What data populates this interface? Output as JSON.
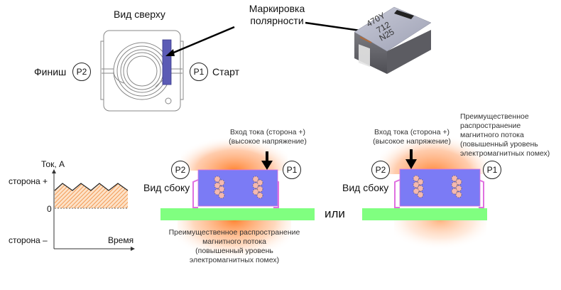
{
  "top_view": {
    "title": "Вид сверху",
    "polarity_label_line1": "Маркировка",
    "polarity_label_line2": "полярности",
    "finish_label": "Финиш",
    "start_label": "Старт",
    "pin_p2": "P2",
    "pin_p1": "P1"
  },
  "component_photo": {
    "marking_lines": [
      "470Y",
      "712",
      "N25"
    ]
  },
  "current_graph": {
    "y_axis_label": "Ток, А",
    "positive_label": "сторона +",
    "zero_label": "0",
    "negative_label": "сторона –",
    "x_axis_label": "Время"
  },
  "side_view_left": {
    "label": "Вид сбоку",
    "pin_p2": "P2",
    "pin_p1": "P1",
    "current_input_line1": "Вход тока (сторона +)",
    "current_input_line2": "(высокое напряжение)",
    "flux_note_lines": [
      "Преимущественное распространение",
      "магнитного потока",
      "(повышенный уровень",
      "электромагнитных помех)"
    ]
  },
  "or_label": "или",
  "side_view_right": {
    "label": "Вид сбоку",
    "pin_p2": "P2",
    "pin_p1": "P1",
    "current_input_line1": "Вход тока (сторона +)",
    "current_input_line2": "(высокое напряжение)",
    "flux_note_lines": [
      "Преимущественное",
      "распространение",
      "магнитного потока",
      "(повышенный уровень",
      "электромагнитных помех)"
    ]
  },
  "colors": {
    "polarity_mark": "#5b5bb5",
    "core_body": "#7b7bf5",
    "pcb": "#80ff80",
    "flux": "#ff7f2a",
    "wire": "#f4b8b0",
    "terminal": "#e070e0"
  }
}
